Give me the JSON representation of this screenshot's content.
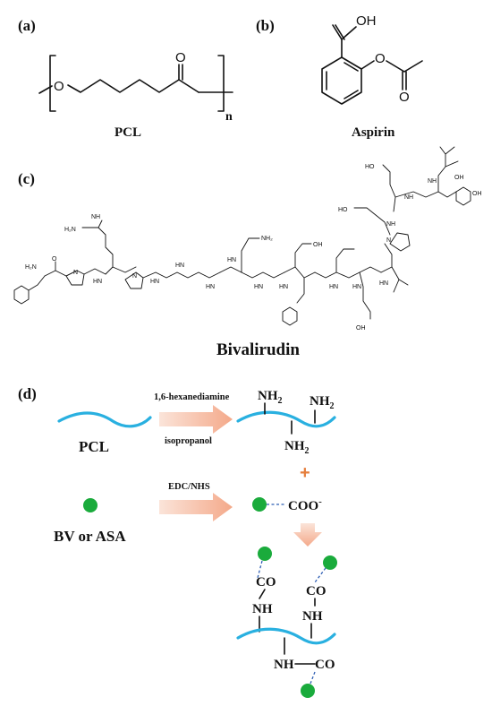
{
  "panels": {
    "a": {
      "label": "(a)",
      "name": "PCL",
      "atoms": {
        "oxygen_chain": "O",
        "carbonyl": "O",
        "repeat": "n"
      }
    },
    "b": {
      "label": "(b)",
      "name": "Aspirin",
      "atoms": {
        "carboxyl": "OH",
        "ester_o": "O",
        "ester_carbonyl": "O"
      }
    },
    "c": {
      "label": "(c)",
      "name": "Bivalirudin",
      "atoms": {
        "nh2_a": "H₂N",
        "nh_amidine": "NH",
        "nh2_amidine": "H₂N",
        "nh2_term": "H₂N",
        "n_pro": "N",
        "nh": "HN",
        "nh_b": "NH",
        "amide_nh2": "NH₂",
        "oh": "OH",
        "ho": "HO",
        "o": "O"
      }
    },
    "d": {
      "label": "(d)",
      "step1_reagent_top": "1,6-hexanediamine",
      "step1_reagent_bottom": "isopropanol",
      "step2_reagent": "EDC/NHS",
      "left_label_1": "PCL",
      "left_label_2": "BV or ASA",
      "amine": "NH",
      "amine_sub": "2",
      "carboxylate": "COO",
      "carboxylate_charge": "-",
      "plus": "+",
      "carbonyl": "CO",
      "imine": "NH"
    }
  },
  "colors": {
    "chain": "#29b0e0",
    "ball": "#1aab3c",
    "arrow": "#f6b9a0",
    "plus": "#e57e3c",
    "dash": "#2f5fb4"
  }
}
